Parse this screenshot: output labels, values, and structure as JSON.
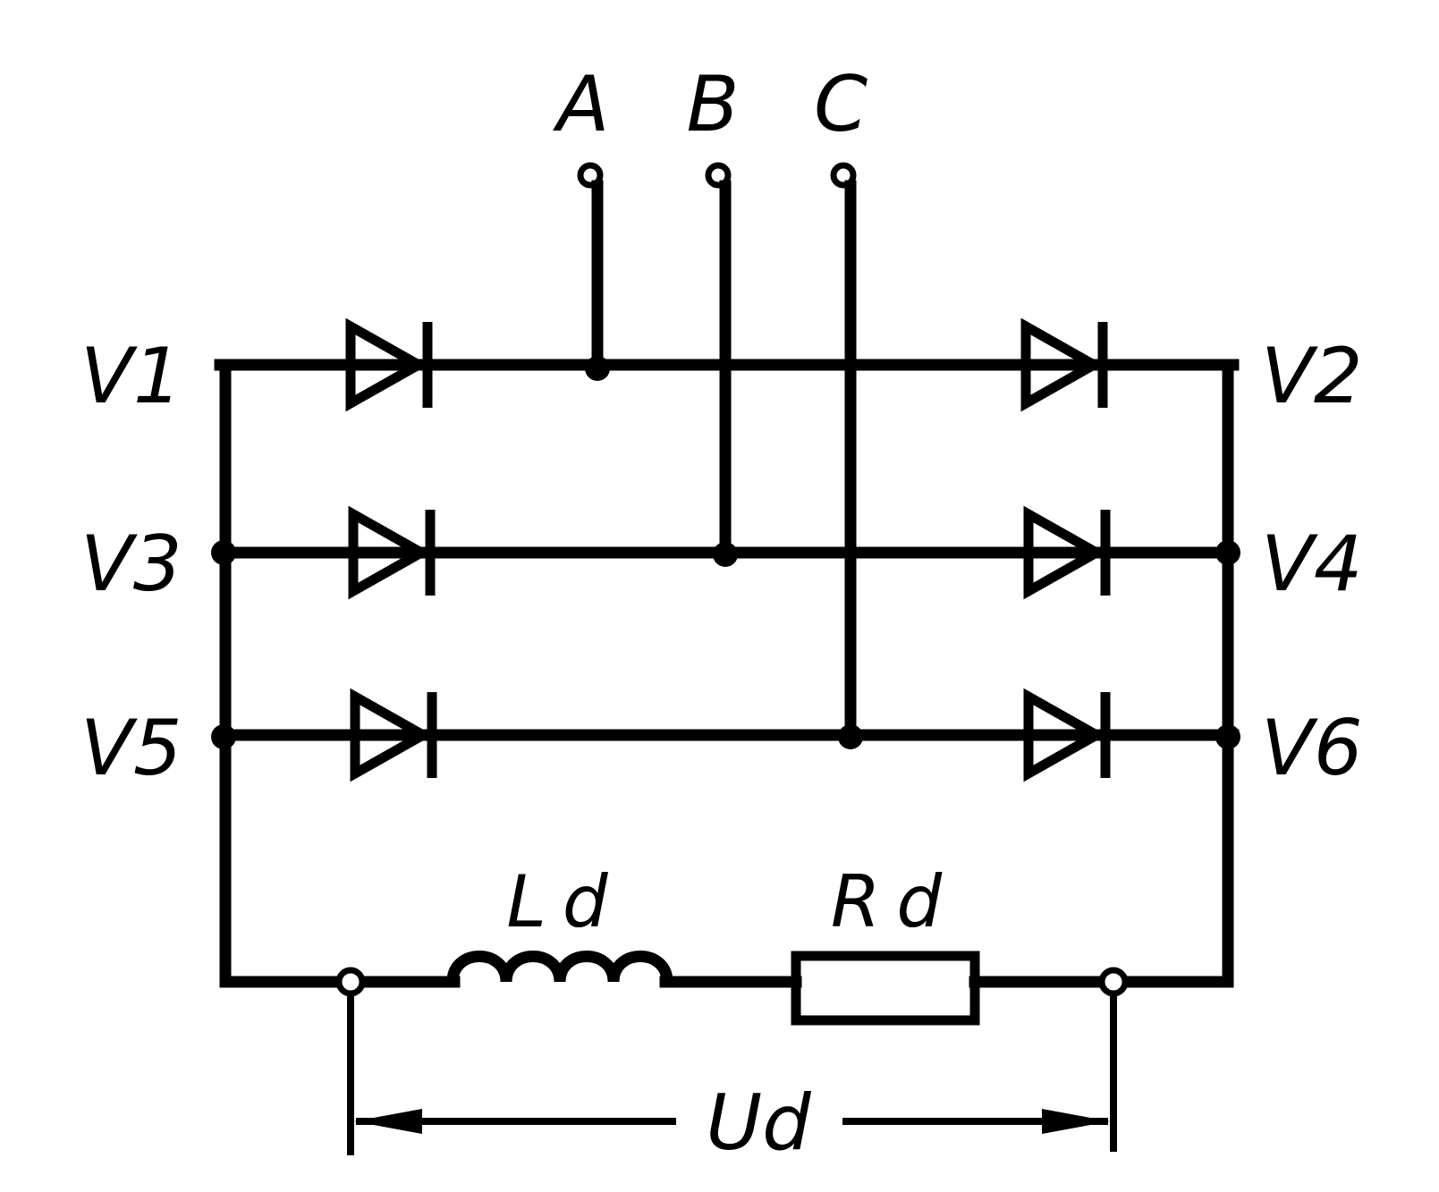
{
  "labels": {
    "phase_a": "A",
    "phase_b": "B",
    "phase_c": "C",
    "v1": "V1",
    "v2": "V2",
    "v3": "V3",
    "v4": "V4",
    "v5": "V5",
    "v6": "V6",
    "inductor": "Ld",
    "resistor": "Rd",
    "output_voltage": "Ud"
  },
  "colors": {
    "ink": "#000000",
    "background": "#ffffff"
  }
}
